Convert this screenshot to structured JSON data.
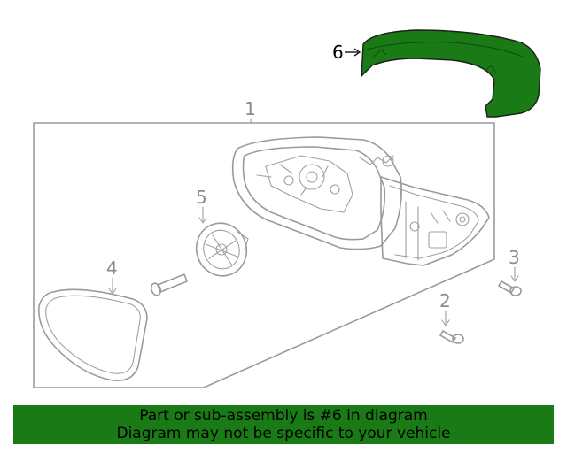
{
  "callouts": {
    "c1": "1",
    "c2": "2",
    "c3": "3",
    "c4": "4",
    "c5": "5",
    "c6": "6"
  },
  "banner": {
    "line1": "Part or sub-assembly is #6 in diagram",
    "line2": "Diagram may not be specific to your vehicle"
  },
  "colors": {
    "highlight": "#1a7a16",
    "linework": "#9a9a9a"
  }
}
